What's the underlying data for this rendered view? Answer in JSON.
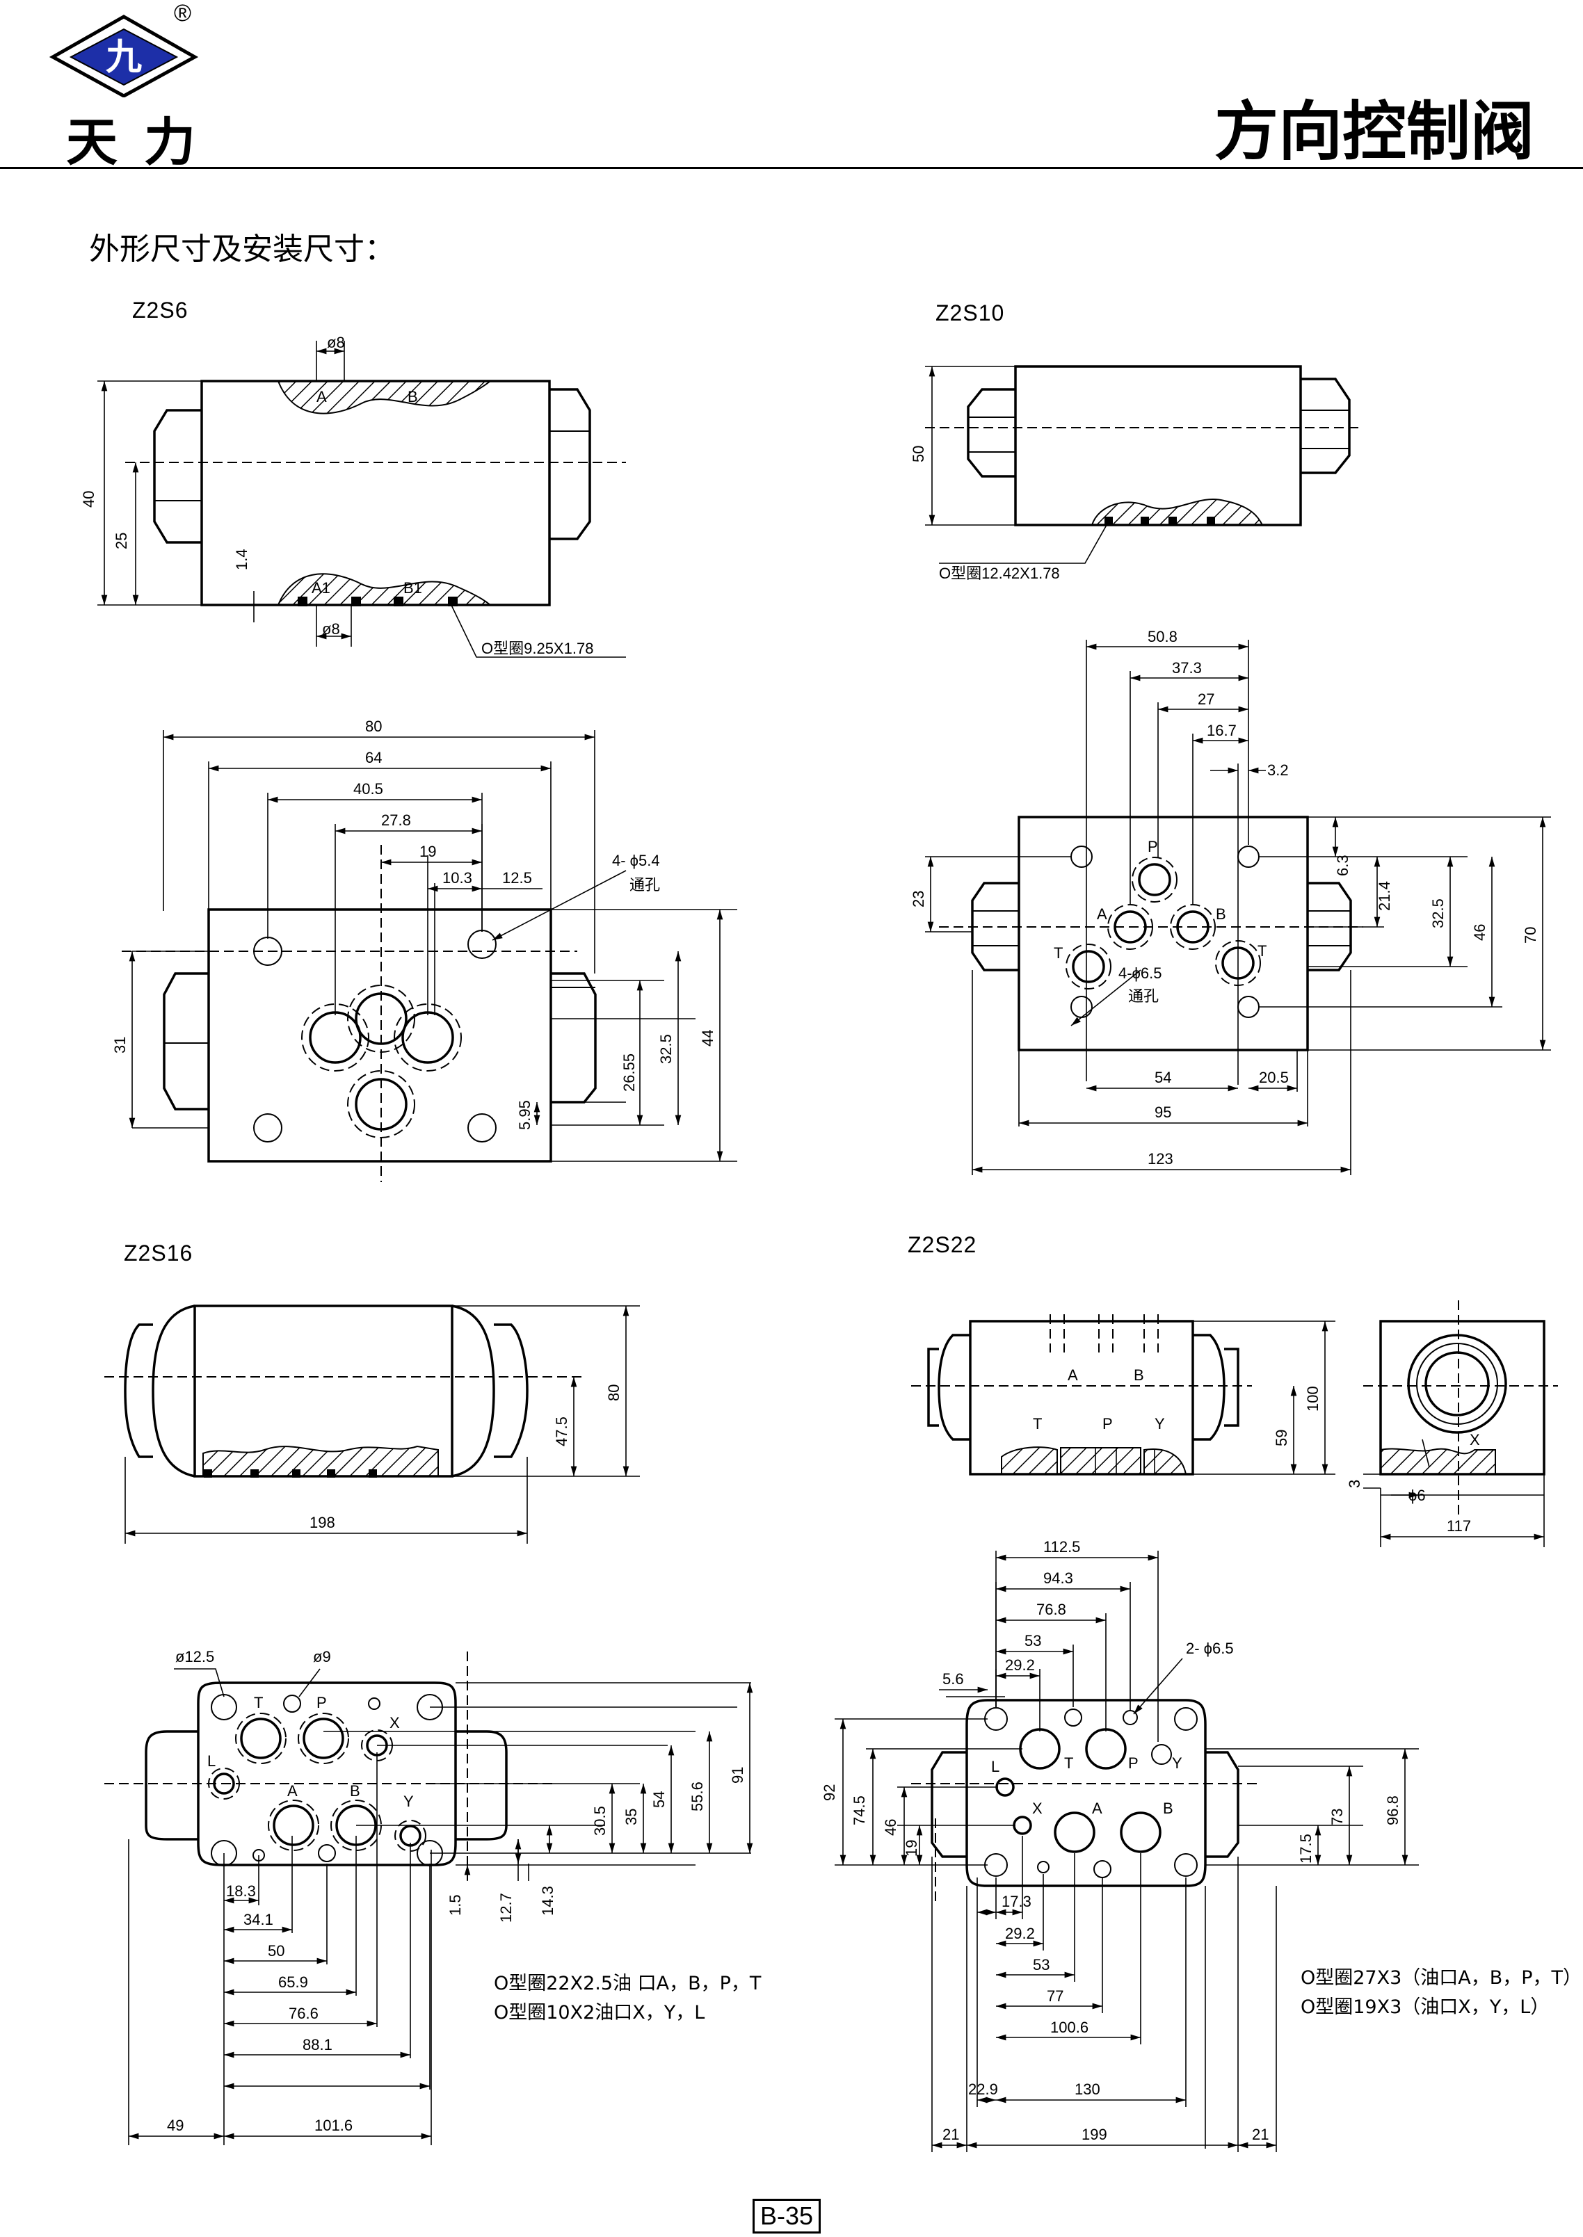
{
  "header": {
    "logo_mark": "九",
    "registered": "®",
    "brand": "天力",
    "title": "方向控制阀"
  },
  "subtitle": "外形尺寸及安装尺寸：",
  "page_label": "B-35",
  "z2s6": {
    "model": "Z2S6",
    "side": {
      "d8_top": "ø8",
      "A": "A",
      "B": "B",
      "A1": "A1",
      "B1": "B1",
      "d8_bot": "ø8",
      "h40": "40",
      "h25": "25",
      "h1_4": "1.4",
      "oring": "O型圈9.25X1.78"
    },
    "face": {
      "w80": "80",
      "w64": "64",
      "w40_5": "40.5",
      "w27_8": "27.8",
      "w19": "19",
      "w10_3": "10.3",
      "w12_5": "12.5",
      "hole": "4- ϕ5.4",
      "through": "通孔",
      "h31": "31",
      "h26_55": "26.55",
      "h32_5": "32.5",
      "h44": "44",
      "h5_95": "5.95"
    }
  },
  "z2s10": {
    "model": "Z2S10",
    "side": {
      "h50": "50",
      "oring": "O型圈12.42X1.78"
    },
    "face": {
      "w50_8": "50.8",
      "w37_3": "37.3",
      "w27": "27",
      "w16_7": "16.7",
      "w3_2": "3.2",
      "P": "P",
      "A": "A",
      "B": "B",
      "T1": "T",
      "T2": "T",
      "hole": "4-ϕ6.5",
      "through": "通孔",
      "h23": "23",
      "h6_3": "6.3",
      "h21_4": "21.4",
      "h32_5": "32.5",
      "h46": "46",
      "h70": "70",
      "w54": "54",
      "w20_5": "20.5",
      "w95": "95",
      "w123": "123"
    }
  },
  "z2s16": {
    "model": "Z2S16",
    "side": {
      "h80": "80",
      "h47_5": "47.5",
      "w198": "198"
    },
    "face": {
      "d12_5": "ø12.5",
      "d9": "ø9",
      "T": "T",
      "P": "P",
      "X": "X",
      "L": "L",
      "A": "A",
      "B": "B",
      "Y": "Y",
      "h30_5": "30.5",
      "h35": "35",
      "h54": "54",
      "h55_6": "55.6",
      "h91": "91",
      "h1_5": "1.5",
      "h12_7": "12.7",
      "h14_3": "14.3",
      "w18_3": "18.3",
      "w34_1": "34.1",
      "w50": "50",
      "w65_9": "65.9",
      "w76_6": "76.6",
      "w88_1": "88.1",
      "w101_6": "101.6",
      "w49": "49"
    },
    "note1": "O型圈22X2.5油 口A，B，P，T",
    "note2": "O型圈10X2油口X，Y，L"
  },
  "z2s22": {
    "model": "Z2S22",
    "side": {
      "A": "A",
      "B": "B",
      "T": "T",
      "P": "P",
      "Y": "Y",
      "h100": "100",
      "h59": "59",
      "X": "X",
      "h3": "3",
      "d6": "ϕ6",
      "w117": "117"
    },
    "face": {
      "w112_5": "112.5",
      "w94_3": "94.3",
      "w76_8": "76.8",
      "w53": "53",
      "w29_2": "29.2",
      "w5_6": "5.6",
      "hole": "2- ϕ6.5",
      "L": "L",
      "T": "T",
      "P": "P",
      "Y": "Y",
      "X": "X",
      "A": "A",
      "B": "B",
      "h92": "92",
      "h74_5": "74.5",
      "h46": "46",
      "h19": "19",
      "h73": "73",
      "h96_8": "96.8",
      "h17_5": "17.5",
      "w17_3": "17.3",
      "w29_2b": "29.2",
      "w53b": "53",
      "w77": "77",
      "w100_6": "100.6",
      "w22_9": "22.9",
      "w130": "130",
      "w21a": "21",
      "w199": "199",
      "w21b": "21"
    },
    "note1": "O型圈27X3（油口A，B，P，T）",
    "note2": "O型圈19X3（油口X，Y，L）"
  }
}
